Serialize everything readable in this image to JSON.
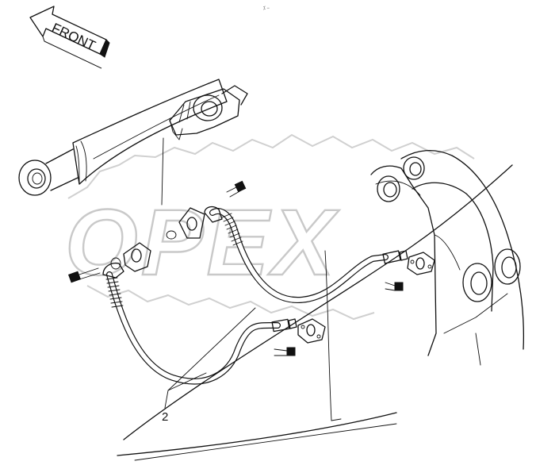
{
  "header": {
    "mark": "⁒ −"
  },
  "direction_arrow": {
    "label": "FRONT"
  },
  "callouts": [
    {
      "text": "2"
    }
  ],
  "watermark": {
    "brand": "OPEX"
  },
  "colors": {
    "line": "#111111",
    "watermark": "#c9c9c9",
    "background": "#ffffff"
  }
}
